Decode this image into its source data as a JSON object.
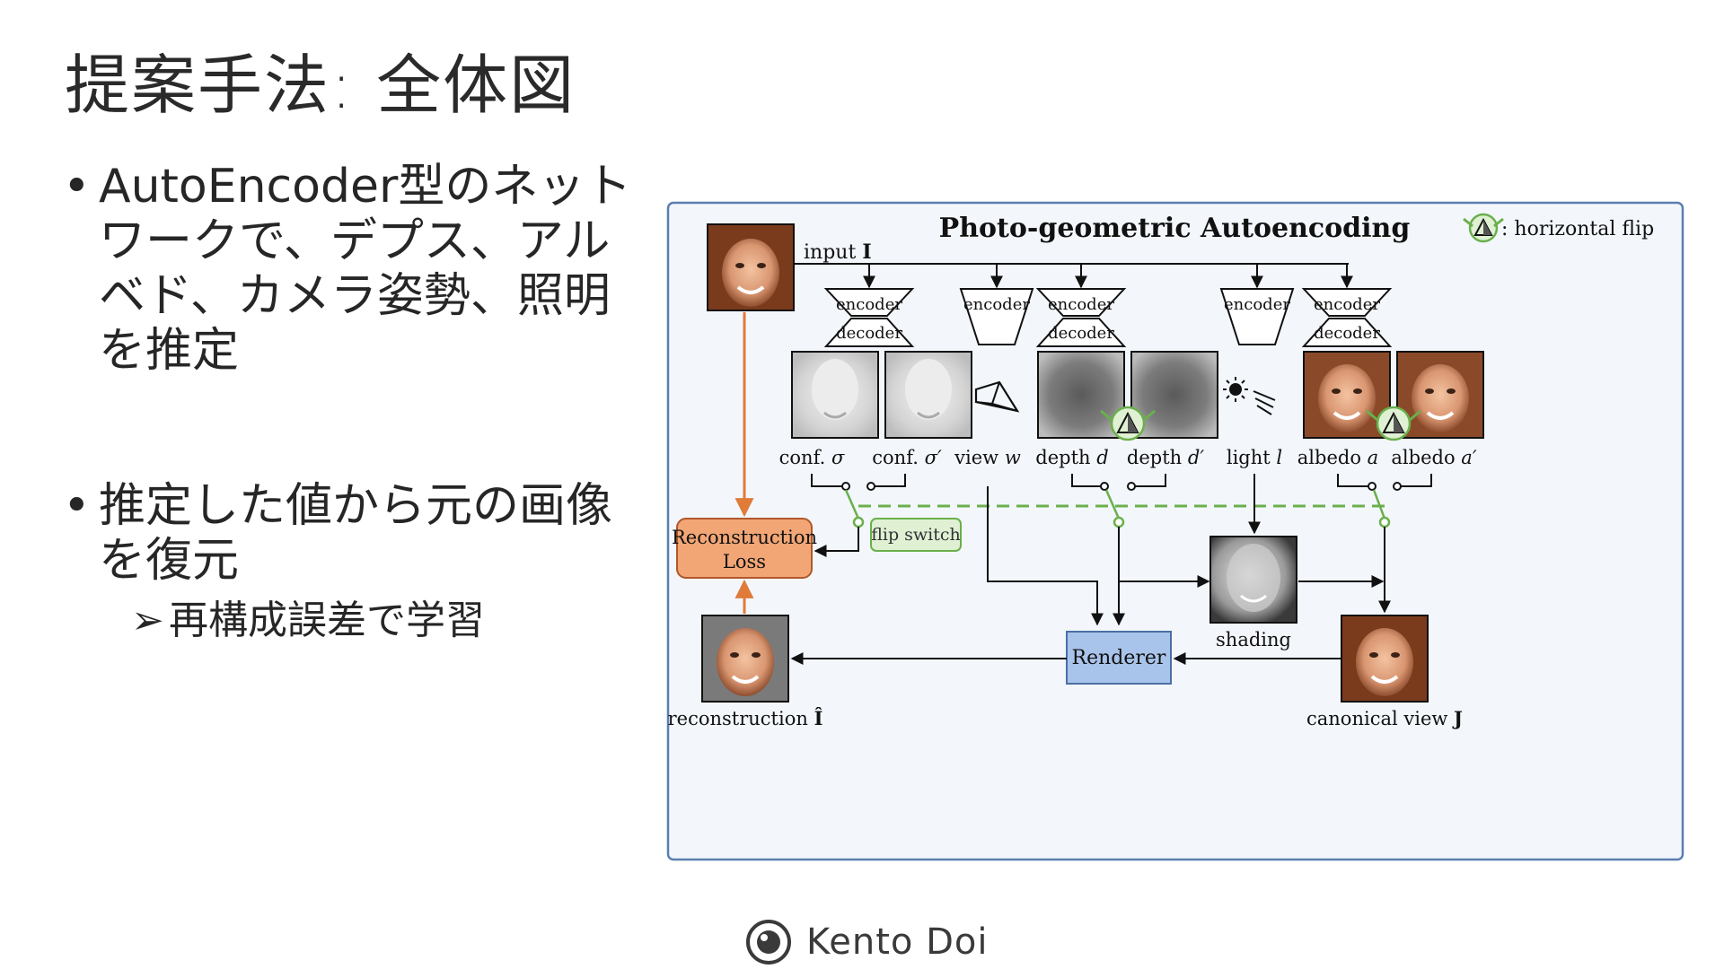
{
  "slide": {
    "title": "提案手法: 全体図",
    "bullets": [
      {
        "text": "AutoEncoder型のネットワークで、デプス、アルベド、カメラ姿勢、照明を推定"
      },
      {
        "text": "推定した値から元の画像を復元",
        "sub": "再構成誤差で学習"
      }
    ],
    "bullet_glyph": "•",
    "sub_glyph": "➢"
  },
  "figure": {
    "title": "Photo-geometric Autoencoding",
    "flip_legend": ": horizontal flip",
    "input_label": "input",
    "input_symbol": "I",
    "encoder": "encoder",
    "decoder": "decoder",
    "maps": [
      {
        "name": "conf.",
        "sym": "σ",
        "prime": false
      },
      {
        "name": "conf.",
        "sym": "σ′",
        "prime": true
      },
      {
        "name": "view",
        "sym": "w"
      },
      {
        "name": "depth",
        "sym": "d"
      },
      {
        "name": "depth",
        "sym": "d′"
      },
      {
        "name": "light",
        "sym": "l"
      },
      {
        "name": "albedo",
        "sym": "a"
      },
      {
        "name": "albedo",
        "sym": "a′"
      }
    ],
    "flip_switch": "flip switch",
    "loss_line1": "Reconstruction",
    "loss_line2": "Loss",
    "shading": "shading",
    "renderer": "Renderer",
    "reconstruction_label": "reconstruction",
    "reconstruction_symbol": "Î",
    "canonical_label": "canonical view",
    "canonical_symbol": "J",
    "colors": {
      "border": "#5b7fb0",
      "panel_bg": "#f3f7fc",
      "loss_fill": "#f2a676",
      "loss_stroke": "#b0582a",
      "renderer_fill": "#a9c4ea",
      "renderer_stroke": "#4a6fa3",
      "switch_green": "#6ab04c",
      "switch_fill": "#dff0d3",
      "orange_line": "#e07b39"
    }
  },
  "footer": {
    "author": "Kento Doi",
    "logo_icon": "eye-logo-icon"
  }
}
